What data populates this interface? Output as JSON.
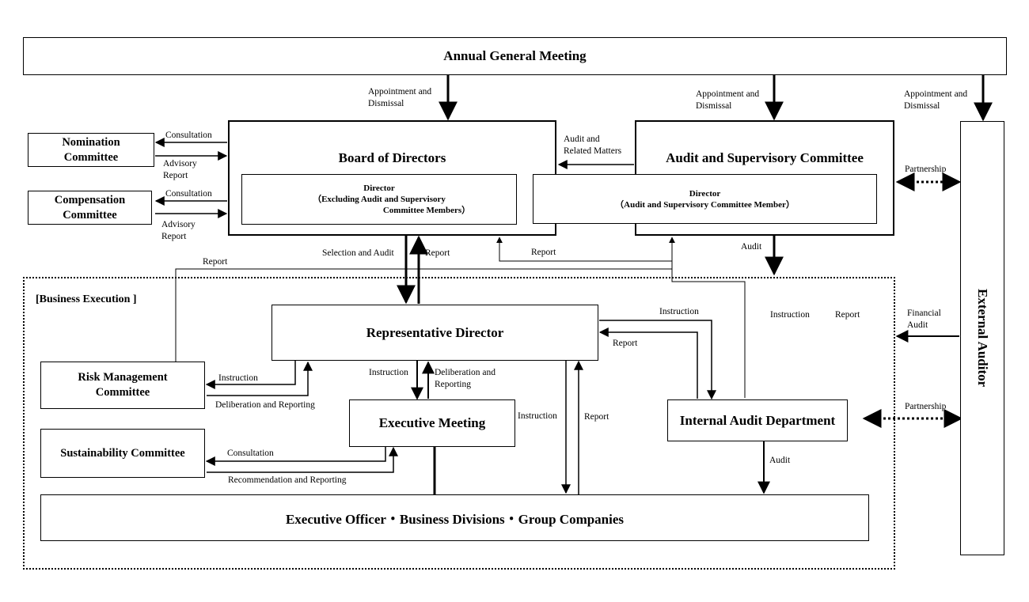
{
  "nodes": {
    "agm": "Annual General Meeting",
    "board": "Board of Directors",
    "board_director_title": "Director",
    "board_director_sub1": "（Excluding Audit and Supervisory",
    "board_director_sub2": "Committee Members）",
    "asc": "Audit and Supervisory Committee",
    "asc_director_title": "Director",
    "asc_director_sub": "（Audit and Supervisory Committee Member）",
    "nomination": [
      "Nomination",
      "Committee"
    ],
    "compensation": [
      "Compensation",
      "Committee"
    ],
    "external_auditor": "External Auditor",
    "business_execution": "[Business Execution ]",
    "rep_director": "Representative Director",
    "risk": [
      "Risk Management",
      "Committee"
    ],
    "sustainability": "Sustainability Committee",
    "exec_meeting": "Executive Meeting",
    "internal_audit": "Internal Audit Department",
    "exec_officer": "Executive Officer・Business Divisions・Group Companies"
  },
  "edge_labels": {
    "appointment1": [
      "Appointment and",
      "Dismissal"
    ],
    "appointment2": [
      "Appointment and",
      "Dismissal"
    ],
    "appointment3": [
      "Appointment and",
      "Dismissal"
    ],
    "consultation1": "Consultation",
    "advisory1": [
      "Advisory",
      "Report"
    ],
    "consultation2": "Consultation",
    "advisory2": [
      "Advisory",
      "Report"
    ],
    "audit_related": [
      "Audit and",
      "Related Matters"
    ],
    "partnership1": "Partnership",
    "partnership2": "Partnership",
    "selection_audit": "Selection and Audit",
    "report_board": "Report",
    "report_board2": "Report",
    "report_risk": "Report",
    "audit_asc": "Audit",
    "instruction_report_asc": [
      "Instruction",
      "Report"
    ],
    "financial_audit": [
      "Financial",
      "Audit"
    ],
    "instruction_ia": "Instruction",
    "report_ia": "Report",
    "instruction_risk": "Instruction",
    "delib_risk": "Deliberation and Reporting",
    "instruction_em": "Instruction",
    "delib_em": [
      "Deliberation and",
      "Reporting"
    ],
    "instruction_eo": "Instruction",
    "report_eo": "Report",
    "consultation_sus": "Consultation",
    "recommendation_sus": "Recommendation and Reporting",
    "audit_ia": "Audit"
  }
}
